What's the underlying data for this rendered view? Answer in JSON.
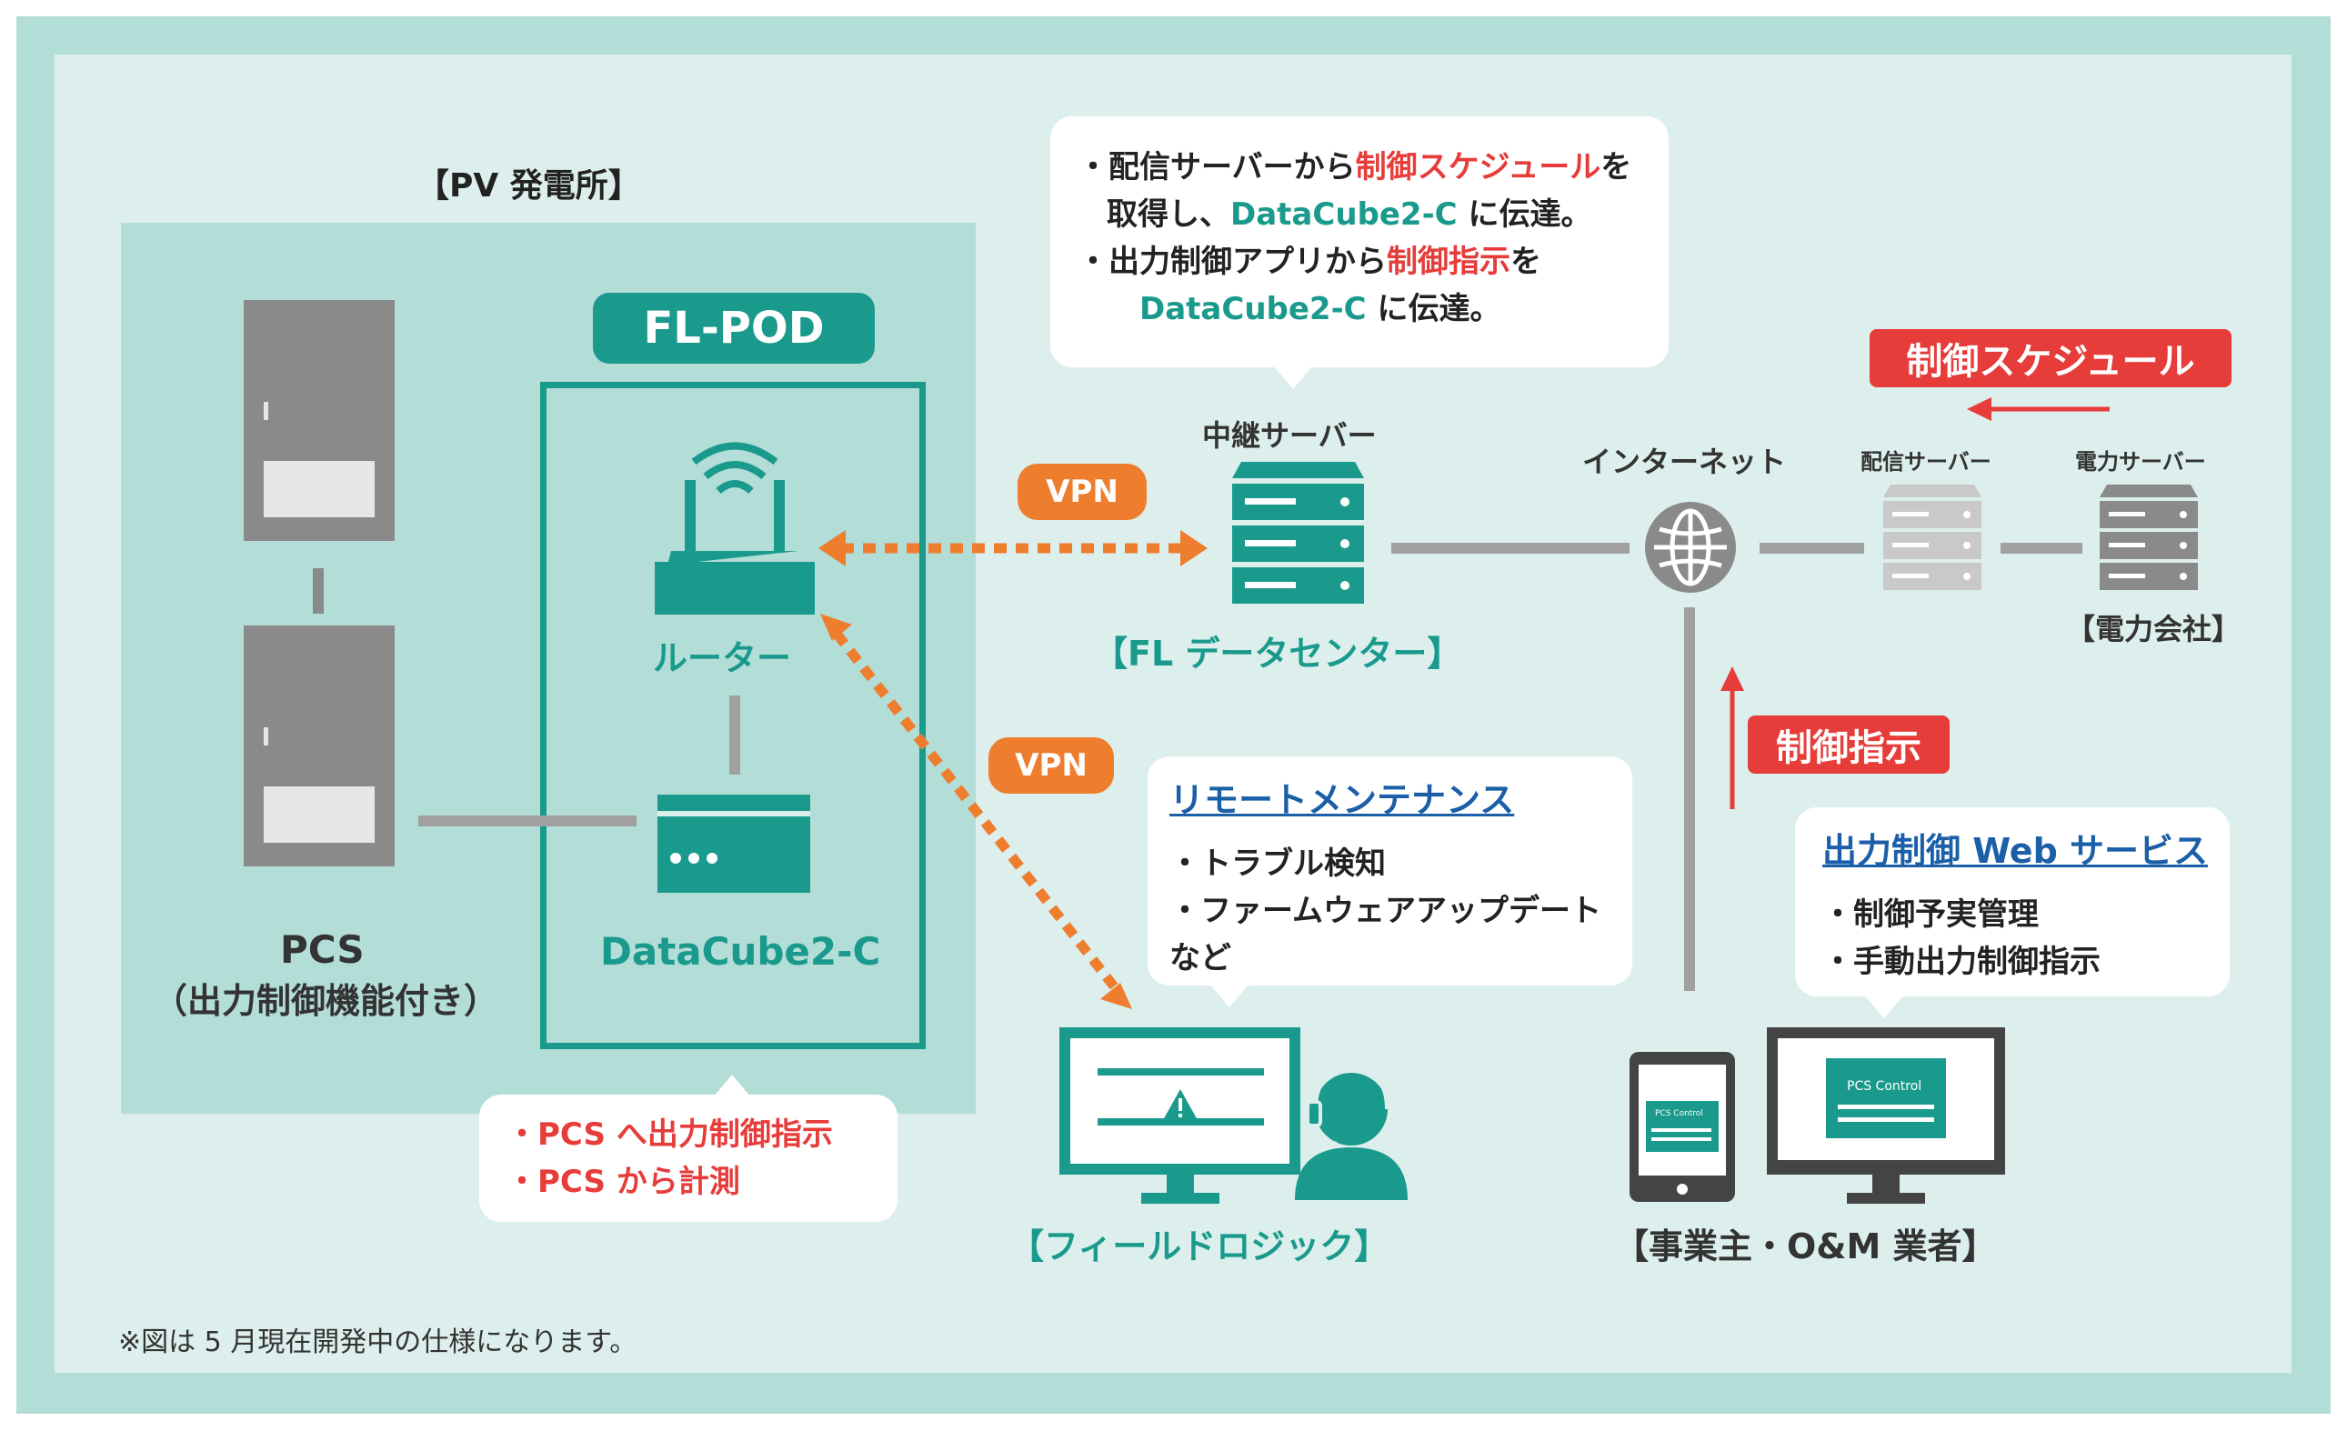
{
  "colors": {
    "teal": "#1a9a8c",
    "red": "#e63c3a",
    "orange": "#ef7d2e",
    "gray": "#8a8a8a",
    "frame": "#b3ddd7",
    "panel": "#dcefec"
  },
  "pv_plant": {
    "title": "【PV 発電所】",
    "pcs_label": "PCS",
    "pcs_sub": "（出力制御機能付き）"
  },
  "flpod": {
    "title": "FL-POD",
    "router_label": "ルーター",
    "datacube_label": "DataCube2-C"
  },
  "flpod_bubble": {
    "line1": "・PCS へ出力制御指示",
    "line2": "・PCS から計測"
  },
  "vpn_label": "VPN",
  "top_bubble": {
    "l1_a": "・配信サーバーから",
    "l1_b": "制御スケジュール",
    "l1_c": "を",
    "l2_a": "取得し、",
    "l2_b": "DataCube2-C",
    "l2_c": " に伝達。",
    "l3_a": "・出力制御アプリから",
    "l3_b": "制御指示",
    "l3_c": "を",
    "l4_a": "DataCube2-C",
    "l4_b": " に伝達。"
  },
  "relay": {
    "label": "中継サーバー",
    "center": "【FL データセンター】"
  },
  "internet": "インターネット",
  "delivery_server": "配信サーバー",
  "power_server": "電力サーバー",
  "power_company": "【電力会社】",
  "schedule_badge": "制御スケジュール",
  "instruction_badge": "制御指示",
  "maintenance": {
    "title": "リモートメンテナンス",
    "items": [
      "・トラブル検知",
      "・ファームウェアアップデート"
    ],
    "suffix": "など"
  },
  "web_service": {
    "title": "出力制御 Web サービス",
    "items": [
      "・制御予実管理",
      "・手動出力制御指示"
    ]
  },
  "field_logic": "【フィールドロジック】",
  "operators": "【事業主・O&M 業者】",
  "screen_text": "PCS Control",
  "footnote": "※図は 5 月現在開発中の仕様になります。"
}
